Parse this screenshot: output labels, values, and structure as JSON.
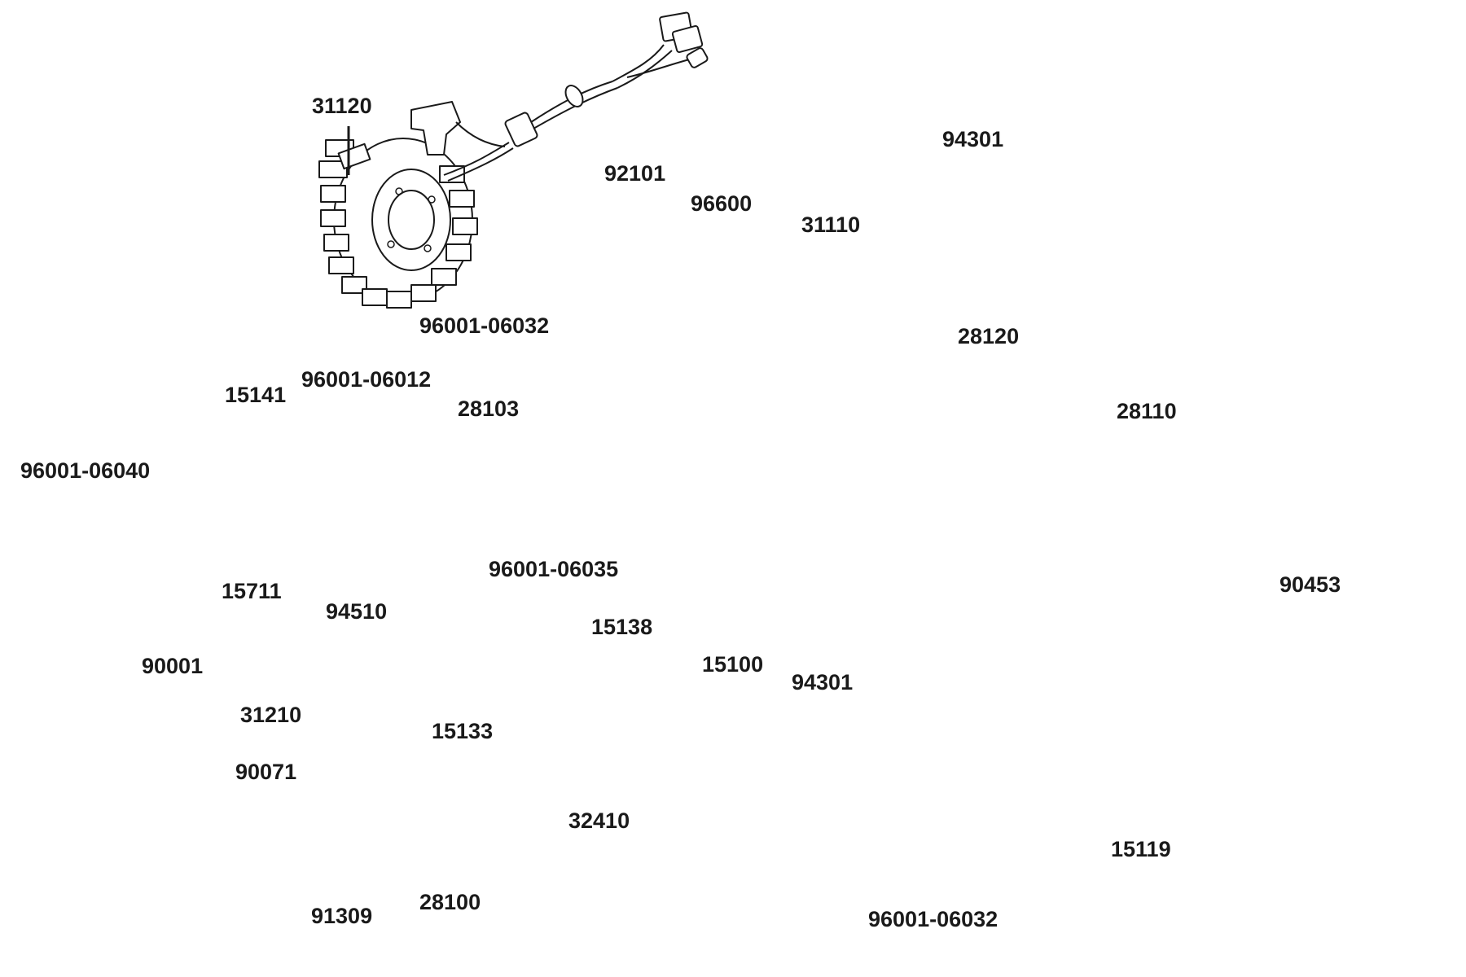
{
  "parts": {
    "p31120": "31120",
    "p92101": "92101",
    "p96001_06032_top": "96001-06032",
    "p94301_top": "94301",
    "p96600": "96600",
    "p31110": "31110",
    "p28120": "28120",
    "p28110": "28110",
    "p15141": "15141",
    "p96001_06012": "96001-06012",
    "p28103": "28103",
    "p96001_06040": "96001-06040",
    "p15711": "15711",
    "p96001_06035": "96001-06035",
    "p94510": "94510",
    "p15138": "15138",
    "p15133": "15133",
    "p15100": "15100",
    "p94301_mid": "94301",
    "p90453": "90453",
    "p90001": "90001",
    "p31210": "31210",
    "p90071": "90071",
    "p91309": "91309",
    "p32410": "32410",
    "p28100": "28100",
    "p96001_06032_bottom": "96001-06032",
    "p15119": "15119"
  }
}
